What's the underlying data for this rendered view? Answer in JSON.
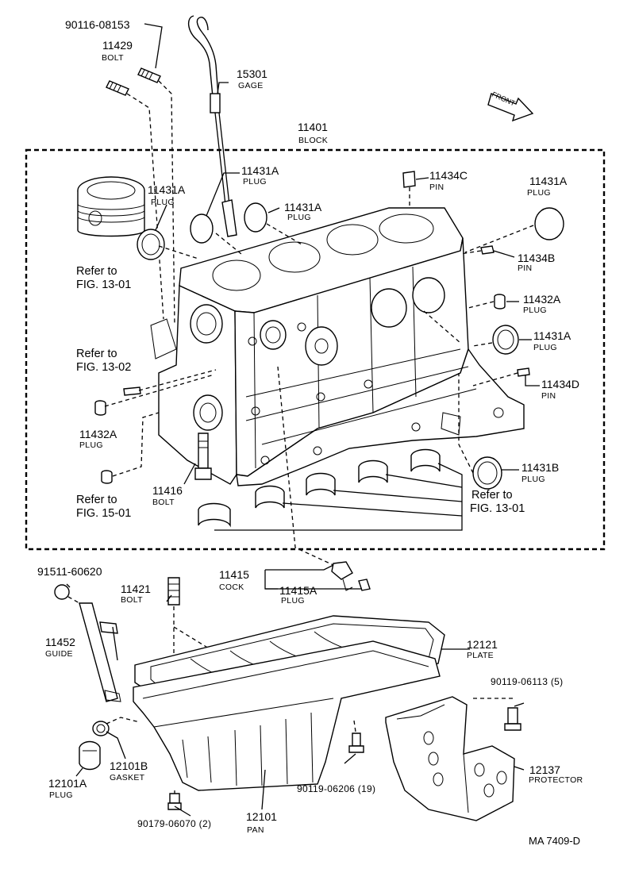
{
  "parts": {
    "p90116": {
      "number": "90116-08153"
    },
    "p11429": {
      "number": "11429",
      "name": "BOLT"
    },
    "p15301": {
      "number": "15301",
      "name": "GAGE"
    },
    "p11401": {
      "number": "11401",
      "name": "BLOCK"
    },
    "p11431A_top": {
      "number": "11431A",
      "name": "PLUG"
    },
    "p11431A_left": {
      "number": "11431A",
      "name": "PLUG"
    },
    "p11431A_mid": {
      "number": "11431A",
      "name": "PLUG"
    },
    "p11434C": {
      "number": "11434C",
      "name": "PIN"
    },
    "p11431A_right": {
      "number": "11431A",
      "name": "PLUG"
    },
    "p11434B": {
      "number": "11434B",
      "name": "PIN"
    },
    "p11432A_right": {
      "number": "11432A",
      "name": "PLUG"
    },
    "p11431A_lower": {
      "number": "11431A",
      "name": "PLUG"
    },
    "p11434D": {
      "number": "11434D",
      "name": "PIN"
    },
    "p11432A_left": {
      "number": "11432A",
      "name": "PLUG"
    },
    "p11416": {
      "number": "11416",
      "name": "BOLT"
    },
    "p11431B": {
      "number": "11431B",
      "name": "PLUG"
    },
    "p91511": {
      "number": "91511-60620"
    },
    "p11415": {
      "number": "11415",
      "name": "COCK"
    },
    "p11415A": {
      "number": "11415A",
      "name": "PLUG"
    },
    "p11421": {
      "number": "11421",
      "name": "BOLT"
    },
    "p11452": {
      "number": "11452",
      "name": "GUIDE"
    },
    "p12121": {
      "number": "12121",
      "name": "PLATE"
    },
    "p90119_06113": {
      "number": "90119-06113 (5)"
    },
    "p12137": {
      "number": "12137",
      "name": "PROTECTOR"
    },
    "p90119_06206": {
      "number": "90119-06206 (19)"
    },
    "p12101B": {
      "number": "12101B",
      "name": "GASKET"
    },
    "p12101A": {
      "number": "12101A",
      "name": "PLUG"
    },
    "p90179": {
      "number": "90179-06070 (2)"
    },
    "p12101": {
      "number": "12101",
      "name": "PAN"
    }
  },
  "refs": {
    "piston": {
      "line1": "Refer to",
      "line2": "FIG. 13-01"
    },
    "fig1302": {
      "line1": "Refer to",
      "line2": "FIG. 13-02"
    },
    "fig1501": {
      "line1": "Refer to",
      "line2": "FIG. 15-01"
    },
    "bearings": {
      "line1": "Refer to",
      "line2": "FIG. 13-01"
    }
  },
  "front_label": "FRONT",
  "code": "MA  7409-D"
}
